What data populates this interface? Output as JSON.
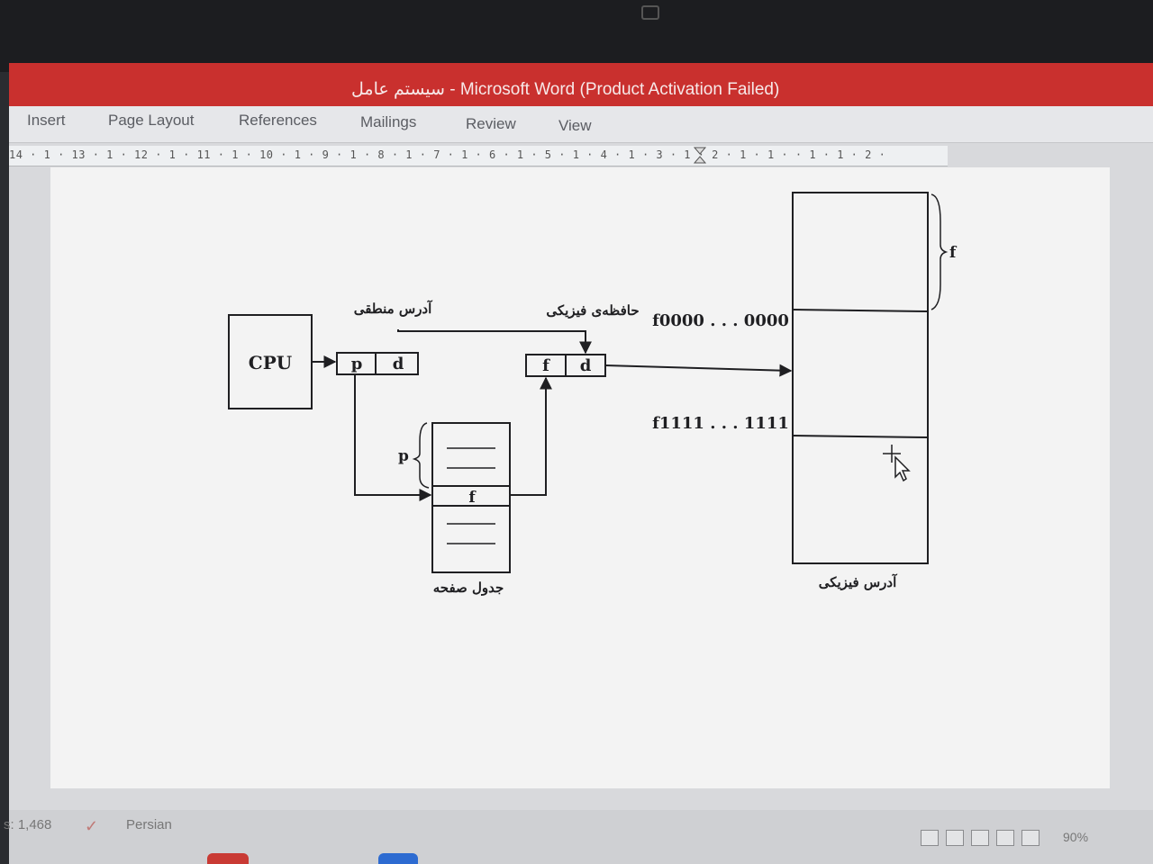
{
  "window": {
    "title_doc": "سیستم عامل",
    "title_sep": " - ",
    "title_app": "Microsoft Word (Product Activation Failed)"
  },
  "ribbon": {
    "tabs": [
      "Insert",
      "Page Layout",
      "References",
      "Mailings",
      "Review",
      "View"
    ]
  },
  "ruler": {
    "text": "14 · 1 · 13 · 1 · 12 · 1 · 11 · 1 · 10 · 1 · 9 · 1 · 8 · 1 · 7 · 1 · 6 · 1 · 5 · 1 · 4 · 1 · 3 · 1 · 2 · 1 · 1 ·     · 1 · 1 · 2 ·"
  },
  "diagram": {
    "cpu": "CPU",
    "logical_address_label": "آدرس منطقی",
    "physical_memory_label": "حافظه‌ی فیزیکی",
    "logical_fields": [
      "p",
      "d"
    ],
    "physical_fields": [
      "f",
      "d"
    ],
    "page_table_label": "جدول صفحه",
    "page_table_p": "p",
    "page_table_f": "f",
    "frame_start": "f0000 . . . 0000",
    "frame_end": "f1111 . . . 1111",
    "frame_brace": "f",
    "physical_address_label": "آدرس فیزیکی"
  },
  "status": {
    "words": "s: 1,468",
    "language": "Persian",
    "zoom": "90%"
  },
  "colors": {
    "titlebar": "#c9302e",
    "ink": "#1f1f22"
  }
}
